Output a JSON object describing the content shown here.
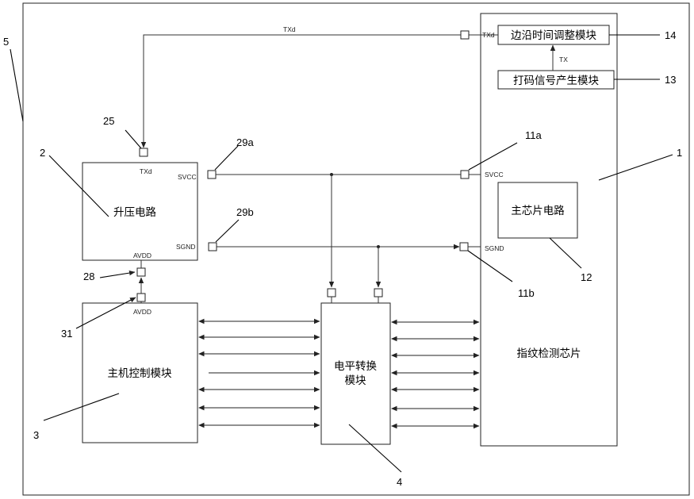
{
  "blocks": {
    "boost_circuit": "升压电路",
    "host_control": "主机控制模块",
    "level_shift_line1": "电平转换",
    "level_shift_line2": "模块",
    "fingerprint_chip": "指纹检测芯片",
    "main_chip_circuit": "主芯片电路",
    "edge_time_adjust": "边沿时间调整模块",
    "code_signal_gen": "打码信号产生模块"
  },
  "pins": {
    "txd_wire": "TXd",
    "txd_chip": "TXd",
    "txd_boost": "TXd",
    "tx": "TX",
    "svcc_boost": "SVCC",
    "svcc_chip": "SVCC",
    "sgnd_boost": "SGND",
    "sgnd_chip": "SGND",
    "avdd_boost": "AVDD",
    "avdd_host": "AVDD"
  },
  "refs": {
    "r1": "1",
    "r2": "2",
    "r3": "3",
    "r4": "4",
    "r5": "5",
    "r11a": "11a",
    "r11b": "11b",
    "r12": "12",
    "r13": "13",
    "r14": "14",
    "r25": "25",
    "r28": "28",
    "r29a": "29a",
    "r29b": "29b",
    "r31": "31"
  }
}
